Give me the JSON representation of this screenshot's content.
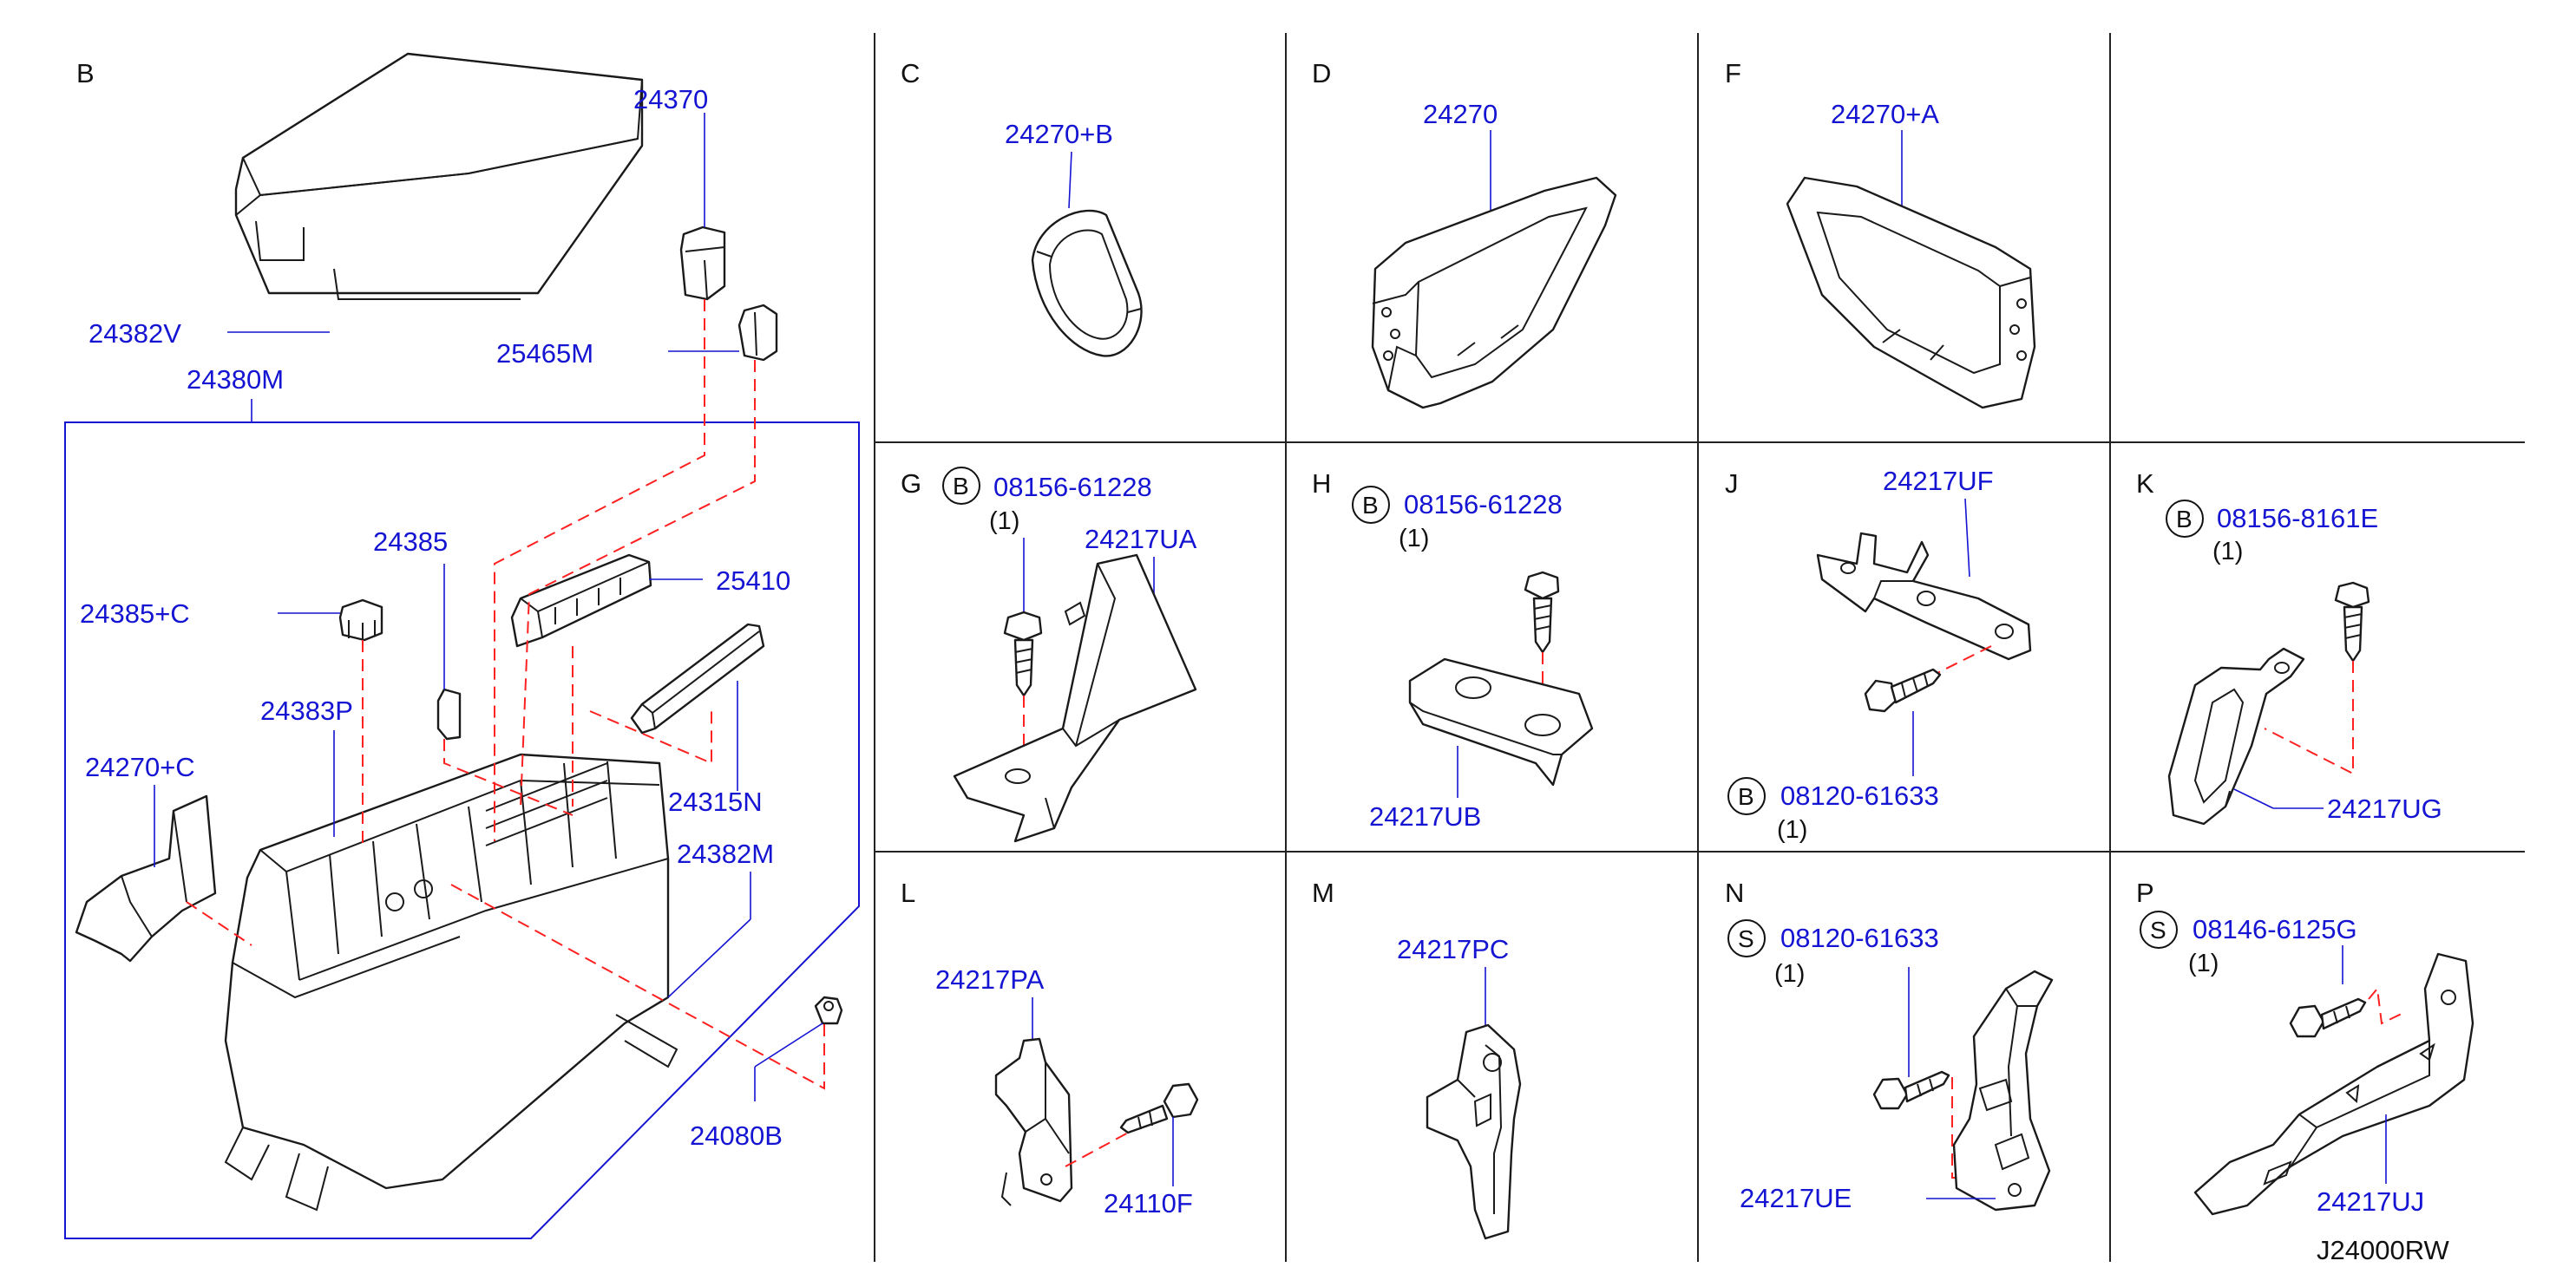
{
  "diagram_code": "J24000RW",
  "sections": {
    "B": {
      "letter": "B",
      "labels": [
        "24370",
        "24382V",
        "25465M",
        "24380M",
        "24385",
        "25410",
        "24385+C",
        "24383P",
        "24315N",
        "24270+C",
        "24382M",
        "24080B"
      ]
    },
    "C": {
      "letter": "C",
      "labels": [
        "24270+B"
      ]
    },
    "D": {
      "letter": "D",
      "labels": [
        "24270"
      ]
    },
    "F": {
      "letter": "F",
      "labels": [
        "24270+A"
      ]
    },
    "G": {
      "letter": "G",
      "ring": "B",
      "fastener": "08156-61228",
      "qty": "(1)",
      "labels": [
        "24217UA"
      ]
    },
    "H": {
      "letter": "H",
      "ring": "B",
      "fastener": "08156-61228",
      "qty": "(1)",
      "labels": [
        "24217UB"
      ]
    },
    "J": {
      "letter": "J",
      "ring": "B",
      "fastener": "08120-61633",
      "qty": "(1)",
      "labels": [
        "24217UF"
      ]
    },
    "K": {
      "letter": "K",
      "ring": "B",
      "fastener": "08156-8161E",
      "qty": "(1)",
      "labels": [
        "24217UG"
      ]
    },
    "L": {
      "letter": "L",
      "labels": [
        "24217PA",
        "24110F"
      ]
    },
    "M": {
      "letter": "M",
      "labels": [
        "24217PC"
      ]
    },
    "N": {
      "letter": "N",
      "ring": "S",
      "fastener": "08120-61633",
      "qty": "(1)",
      "labels": [
        "24217UE"
      ]
    },
    "P": {
      "letter": "P",
      "ring": "S",
      "fastener": "08146-6125G",
      "qty": "(1)",
      "labels": [
        "24217UJ"
      ]
    }
  }
}
